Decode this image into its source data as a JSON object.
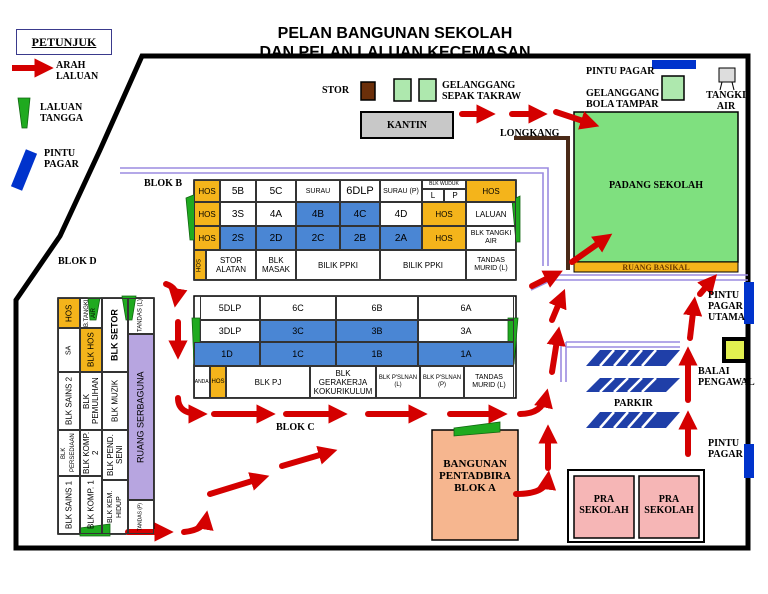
{
  "title": {
    "line1": "PELAN BANGUNAN SEKOLAH",
    "line2": "DAN PELAN LALUAN KECEMASAN"
  },
  "legend": {
    "heading": "PETUNJUK",
    "route": "ARAH LALUAN",
    "stairs": "LALUAN TANGGA",
    "gate": "PINTU PAGAR"
  },
  "places": {
    "stor": "STOR",
    "gelanggang_sepak": "GELANGGANG SEPAK TAKRAW",
    "kantin": "KANTIN",
    "longkang": "LONGKANG",
    "pintu_pagar_top": "PINTU PAGAR",
    "gelanggang_bola": "GELANGGANG BOLA TAMPAR",
    "tangki_air": "TANGKI AIR",
    "padang": "PADANG SEKOLAH",
    "ruang_basikal": "RUANG BASIKAL",
    "pintu_pagar_utama": "PINTU PAGAR UTAMA",
    "balai_pengawal": "BALAI PENGAWAL",
    "parkir": "PARKIR",
    "pintu_pagar_right": "PINTU PAGAR",
    "pentadbiran": "BANGUNAN PENTADBIRA BLOK A",
    "prasekolah1": "PRA SEKOLAH",
    "prasekolah2": "PRA SEKOLAH",
    "blok_b": "BLOK B",
    "blok_c": "BLOK C",
    "blok_d": "BLOK D"
  },
  "blok_b": {
    "row1": [
      "HOS",
      "5B",
      "5C",
      "SURAU",
      "6DLP",
      "SURAU (P)",
      "BLK WUDUK",
      "L",
      "P",
      "HOS"
    ],
    "row2": [
      "HOS",
      "3S",
      "4A",
      "4B",
      "4C",
      "4D",
      "HOS",
      "LALUAN"
    ],
    "row3": [
      "HOS",
      "2S",
      "2D",
      "2C",
      "2B",
      "2A",
      "HOS",
      "BLK TANGKI AIR"
    ],
    "row4": [
      "HOS",
      "STOR ALATAN",
      "BLK MASAK",
      "BILIK PPKI",
      "BILIK PPKI",
      "TANDAS MURID (L)"
    ]
  },
  "blok_c": {
    "row1": [
      "5DLP",
      "6C",
      "6B",
      "6A"
    ],
    "row2": [
      "3DLP",
      "3C",
      "3B",
      "3A"
    ],
    "row3": [
      "1D",
      "1C",
      "1B",
      "1A"
    ],
    "row4": [
      "TANDAS",
      "HOS",
      "BLK PJ",
      "BLK GERAKERJA KOKURIKULUM",
      "BLK P'SLNAN (L)",
      "BLK P'SLNAN (P)",
      "TANDAS MURID (L)"
    ]
  },
  "blok_d": {
    "col1": [
      "HOS",
      "SA",
      "BLK SAINS 2",
      "BLK PERSEDIAAN",
      "BLK SAINS 1"
    ],
    "col2": [
      "B.TANGKI AIR",
      "BLK HOS",
      "BLK PEMULIHAN",
      "BLK KOMP. 2",
      "BLK KOMP. 1"
    ],
    "col3": [
      "BLK SETOR",
      "BLK MUZIK",
      "BLK PEND. SENI",
      "BLK KEM. HIDUP"
    ],
    "col4": [
      "TANDAS (L)",
      "RUANG SERBAGUNA",
      "TANDAS (P)"
    ]
  },
  "colors": {
    "route_arrow": "#d40000",
    "stairs": "#1faa1f",
    "gate": "#0033cc",
    "field": "#7fe07f",
    "hos": "#f4b41b",
    "classroom_blue": "#4a86d4",
    "serbaguna": "#b7a5e0",
    "pentadbiran": "#f6b68f",
    "prasekolah": "#f6b6b6",
    "corridor": "#9b8be0"
  }
}
